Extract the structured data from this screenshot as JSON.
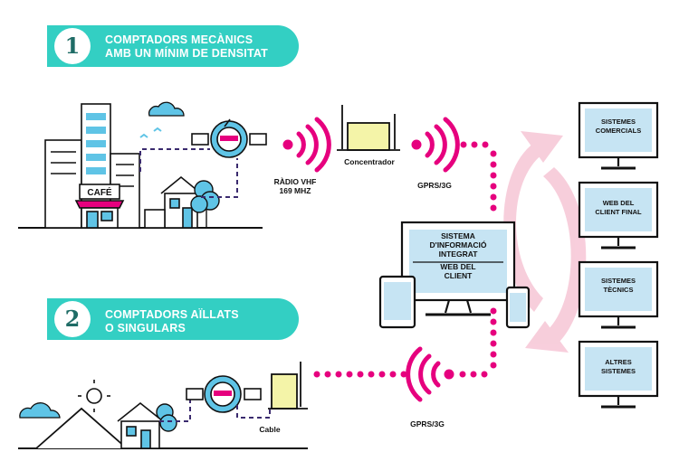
{
  "sections": [
    {
      "number": "1",
      "line1": "COMPTADORS MECÀNICS",
      "line2": "AMB UN MÍNIM DE DENSITAT"
    },
    {
      "number": "2",
      "line1": "COMPTADORS AÏLLATS",
      "line2": "O SINGULARS"
    }
  ],
  "labels": {
    "cafe": "CAFÉ",
    "radio_line1": "RÀDIO VHF",
    "radio_line2": "169 MHZ",
    "concentrator": "Concentrador",
    "gprs_top": "GPRS/3G",
    "gprs_bottom": "GPRS/3G",
    "cable": "Cable"
  },
  "central_system": {
    "line1": "SISTEMA",
    "line2": "D'INFORMACIÓ",
    "line3": "INTEGRAT",
    "line4": "WEB DEL",
    "line5": "CLIENT"
  },
  "monitors": [
    {
      "line1": "SISTEMES",
      "line2": "COMERCIALS"
    },
    {
      "line1": "WEB DEL",
      "line2": "CLIENT FINAL"
    },
    {
      "line1": "SISTEMES",
      "line2": "TÈCNICS"
    },
    {
      "line1": "ALTRES",
      "line2": "SISTEMES"
    }
  ],
  "colors": {
    "teal": "#33cfc3",
    "magenta": "#e6007e",
    "pink_arrow": "#f7c9d8",
    "screen_blue": "#c6e4f3",
    "yellow": "#f4f4a8",
    "building_blue": "#5fc4e6"
  }
}
